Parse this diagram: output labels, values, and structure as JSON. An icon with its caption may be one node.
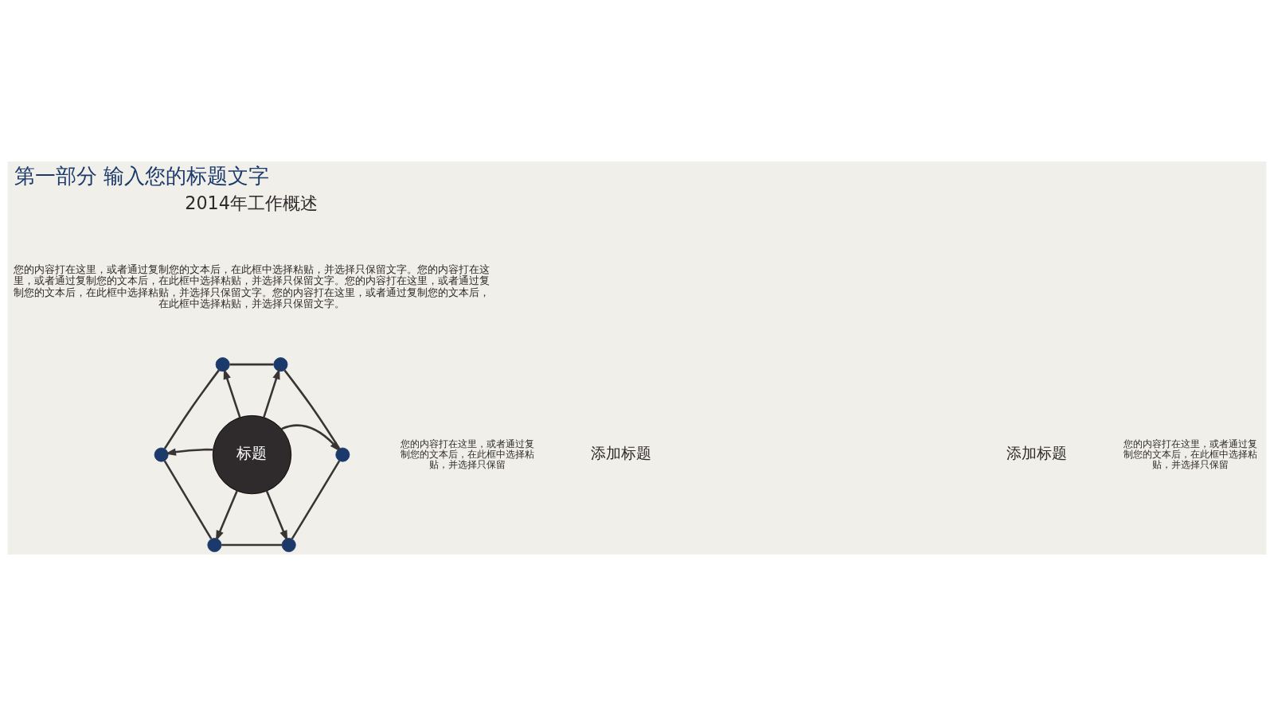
{
  "diagram": {
    "title": "第一部分 输入您的标题文字",
    "nodes": [
      {
        "text": [
          "标题"
        ]
      },
      {
        "text": [],
        "shape": "circle"
      },
      {
        "text": [],
        "shape": "circle"
      },
      {
        "text": [],
        "shape": "circle"
      },
      {
        "text": [],
        "shape": "circle"
      },
      {
        "text": [],
        "shape": "circle"
      },
      {
        "text": [],
        "shape": "circle"
      }
    ],
    "edges": [
      {
        "from": 0,
        "to": 1,
        "arrow": "to"
      },
      {
        "from": 0,
        "to": 2,
        "arrow": "to"
      },
      {
        "from": 0,
        "to": 3,
        "arrow": "to"
      },
      {
        "from": 0,
        "to": 4,
        "arrow": "to"
      },
      {
        "from": 0,
        "to": 5,
        "arrow": "to"
      },
      {
        "from": 0,
        "to": 6,
        "arrow": "to"
      },
      {
        "from": 1,
        "to": 2,
        "arrow": "none"
      },
      {
        "from": 2,
        "to": 4,
        "arrow": "none"
      },
      {
        "from": 4,
        "to": 6,
        "arrow": "none"
      },
      {
        "from": 6,
        "to": 5,
        "arrow": "none"
      },
      {
        "from": 5,
        "to": 3,
        "arrow": "none"
      },
      {
        "from": 3,
        "to": 1,
        "arrow": "none"
      }
    ],
    "labels": [
      "2014年工作概述",
      "您的内容打在这里，或者通过复制您的文本后，在此框中选择粘贴，并选择只保留文字。您的内容打在这里，或者通过复制您的文本后，在此框中选择粘贴，并选择只保留文字。您的内容打在这里，或者通过复制您的文本后，在此框中选择粘贴，并选择只保留文字。您的内容打在这里，或者通过复制您的文本后，在此框中选择粘贴，并选择只保留文字。",
      "添加标题",
      "您的内容打在这里，或者通过复制您的文本后，在此框中选择粘贴，并选择只保留",
      "添加标题",
      "您的内容打在这里，或者通过复制您的文本后，在此框中选择粘贴，并选择只保留"
    ]
  }
}
